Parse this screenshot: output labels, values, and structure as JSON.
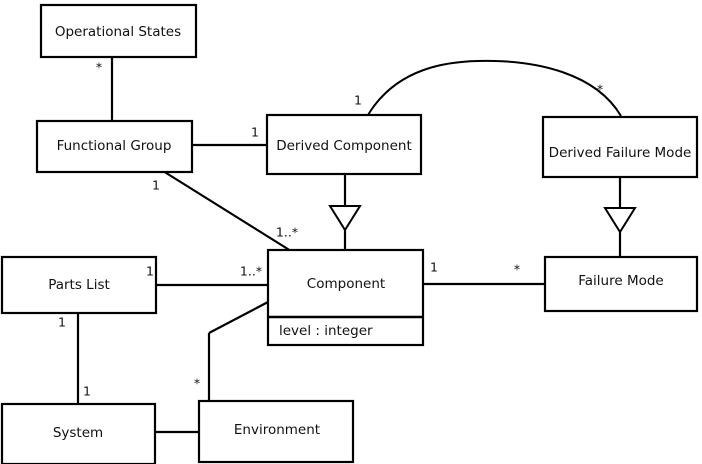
{
  "diagram": {
    "type": "uml-class-diagram",
    "background_color": "#ffffff",
    "line_color": "#000000",
    "text_color": "#111111"
  },
  "classes": {
    "operational_states": {
      "name": "Operational States"
    },
    "functional_group": {
      "name": "Functional Group"
    },
    "derived_component": {
      "name": "Derived Component"
    },
    "derived_failure_mode": {
      "name": "Derived Failure Mode"
    },
    "parts_list": {
      "name": "Parts List"
    },
    "component": {
      "name": "Component",
      "attribute": "level : integer"
    },
    "failure_mode": {
      "name": "Failure Mode"
    },
    "system": {
      "name": "System"
    },
    "environment": {
      "name": "Environment"
    }
  },
  "multiplicities": {
    "op_states_to_fg": "*",
    "fg_to_derived_component": "1",
    "derived_component_curve": "1",
    "derived_failure_mode_curve": "*",
    "fg_to_component": "1",
    "component_from_fg": "1..*",
    "parts_list_to_component": "1",
    "component_from_parts_list": "1..*",
    "component_to_failure_mode": "1",
    "failure_mode_from_component": "*",
    "parts_list_to_system": "1",
    "system_from_parts_list": "1",
    "environment_to_component": "*"
  }
}
